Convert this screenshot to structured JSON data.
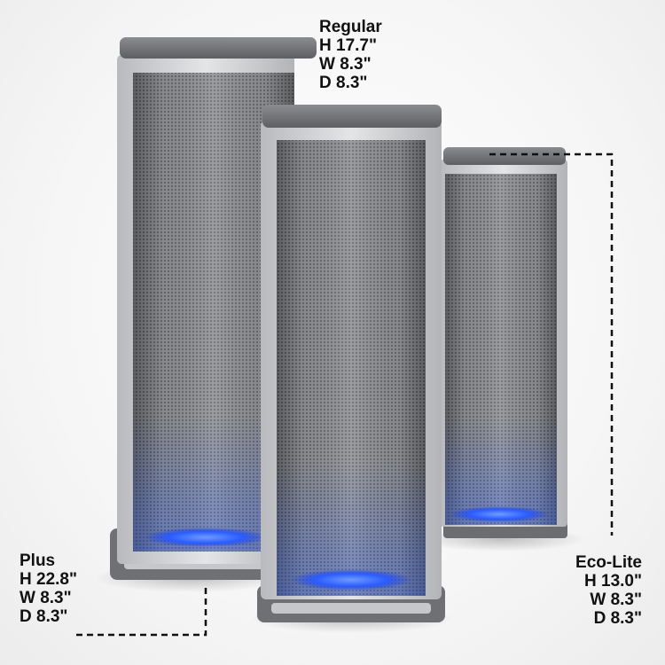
{
  "products": [
    {
      "key": "plus",
      "name": "Plus",
      "height": "H 22.8\"",
      "width": "W 8.3\"",
      "depth": "D 8.3\""
    },
    {
      "key": "regular",
      "name": "Regular",
      "height": "H 17.7\"",
      "width": "W 8.3\"",
      "depth": "D 8.3\""
    },
    {
      "key": "eco-lite",
      "name": "Eco-Lite",
      "height": "H 13.0\"",
      "width": "W 8.3\"",
      "depth": "D 8.3\""
    }
  ],
  "colors": {
    "body": "#c9cacc",
    "mesh": "#8e9093",
    "top_cap": "#7b7c7f",
    "base": "#6f7073",
    "glow": "#2a5cff",
    "dash": "#111111"
  }
}
